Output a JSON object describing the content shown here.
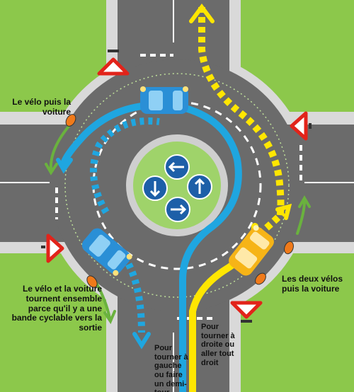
{
  "labels": {
    "bike_then_car": "Le vélo puis la voiture",
    "together": "Le vélo et la voiture tournent ensemble parce qu'il y a une bande cyclable vers la sortie",
    "two_bikes": "Les deux vélos puis la voiture",
    "turn_left": "Pour tourner à gauche ou faire un demi-tour",
    "turn_right": "Pour tourner à droite ou aller tout droit"
  },
  "colors": {
    "grass": "#8cc84b",
    "road": "#6b6b6b",
    "curb": "#c8c8c8",
    "blue_path": "#1fa6e0",
    "yellow_path": "#ffe600",
    "bike_lane_arrow": "#6ab23e",
    "car_blue": "#2a8fd6",
    "car_yellow": "#f6b417",
    "bike": "#f07a1a"
  },
  "icons": [
    "yield-sign",
    "roundabout-arrow-icon",
    "car-icon",
    "cyclist-icon"
  ]
}
